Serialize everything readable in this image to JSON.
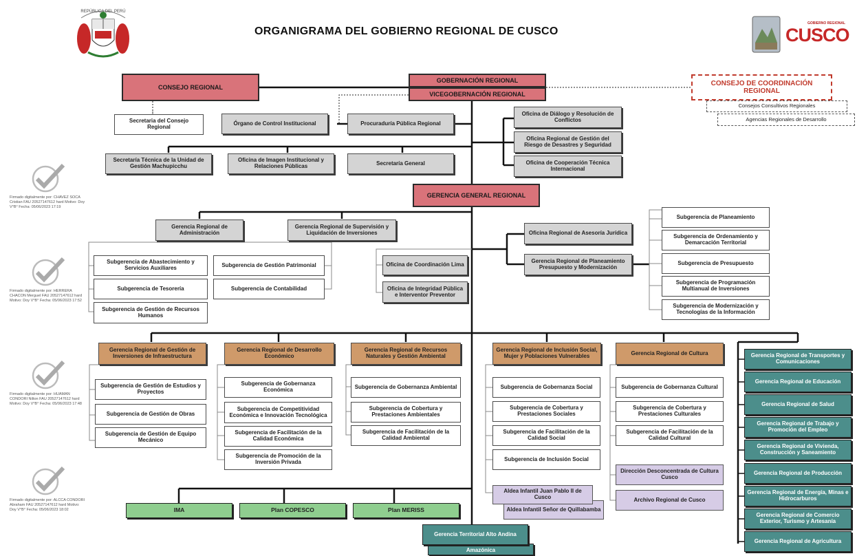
{
  "header": {
    "title": "ORGANIGRAMA DEL GOBIERNO REGIONAL DE CUSCO",
    "seal_text": "REPÚBLICA DEL PERÚ",
    "logo_subtext": "GOBIERNO REGIONAL",
    "logo_text": "CUSCO"
  },
  "top": {
    "gobernacion": "GOBERNACIÓN REGIONAL",
    "vicegobernacion": "VICEGOBERNACIÓN REGIONAL",
    "consejo_regional": "CONSEJO REGIONAL",
    "secretaria_consejo": "Secretaria del Consejo Regional",
    "consejo_coordinacion": "CONSEJO DE COORDINACIÓN REGIONAL",
    "consejos_consultivos": "Consejos Consultivos Regionales",
    "agencias": "Agencias Regionales de Desarrollo",
    "control_institucional": "Órgano de Control Institucional",
    "procuraduria": "Procuraduría Pública Regional",
    "oficina_dialogo": "Oficina de Diálogo y Resolución de Conflictos",
    "oficina_riesgo": "Oficina Regional de Gestión del Riesgo de Desastres y Seguridad",
    "oficina_cooperacion": "Oficina de Cooperación Técnica Internacional",
    "secretaria_tecnica": "Secretaría Técnica de la Unidad de Gestión Machupicchu",
    "oficina_imagen": "Oficina de Imagen Institucional y Relaciones Públicas",
    "secretaria_general": "Secretaría General",
    "gerencia_general": "GERENCIA GENERAL REGIONAL"
  },
  "middle": {
    "gr_administracion": "Gerencia Regional de Administración",
    "gr_supervision": "Gerencia Regional de Supervisión y Liquidación de Inversiones",
    "sg_abastecimiento": "Subgerencia de Abastecimiento y Servicios Auxiliares",
    "sg_tesoreria": "Subgerencia de Tesorería",
    "sg_rrhh": "Subgerencia de Gestión de Recursos Humanos",
    "sg_patrimonial": "Subgerencia de Gestión Patrimonial",
    "sg_contabilidad": "Subgerencia de Contabilidad",
    "oficina_lima": "Oficina de Coordinación Lima",
    "oficina_integridad": "Oficina de Integridad Pública e Interventor Preventor",
    "oficina_asesoria": "Oficina Regional de Asesoría Jurídica",
    "gr_planeamiento": "Gerencia Regional de Planeamiento Presupuesto y Modernización",
    "sg_planeamiento": "Subgerencia de Planeamiento",
    "sg_ordenamiento": "Subgerencia de Ordenamiento y Demarcación Territorial",
    "sg_presupuesto": "Subgerencia de Presupuesto",
    "sg_programacion": "Subgerencia de Programación Multianual de Inversiones",
    "sg_modernizacion": "Subgerencia de Modernización y Tecnologías de la Información"
  },
  "lower": {
    "gr_infraestructura": "Gerencia Regional de Gestión de Inversiones de Infraestructura",
    "sg_estudios": "Subgerencia de Gestión de Estudios y Proyectos",
    "sg_obras": "Subgerencia de Gestión de Obras",
    "sg_equipo": "Subgerencia de Gestión de Equipo Mecánico",
    "gr_economico": "Gerencia Regional de Desarrollo Económico",
    "sg_gob_economica": "Subgerencia de Gobernanza Económica",
    "sg_competitividad": "Subgerencia de Competitividad Económica e Innovación Tecnológica",
    "sg_calidad_economica": "Subgerencia de Facilitación de la Calidad Económica",
    "sg_inversion_privada": "Subgerencia de Promoción de la Inversión Privada",
    "gr_recursos": "Gerencia Regional de Recursos Naturales y Gestión Ambiental",
    "sg_gob_ambiental": "Subgerencia de Gobernanza Ambiental",
    "sg_cob_ambiental": "Subgerencia de Cobertura y Prestaciones Ambientales",
    "sg_calidad_ambiental": "Subgerencia de Facilitación de la Calidad Ambiental",
    "gr_inclusion": "Gerencia Regional de Inclusión Social, Mujer y Poblaciones Vulnerables",
    "sg_gob_social": "Subgerencia de Gobernanza Social",
    "sg_cob_social": "Subgerencia de Cobertura y Prestaciones Sociales",
    "sg_calidad_social": "Subgerencia de Facilitación de la Calidad Social",
    "sg_inclusion": "Subgerencia de Inclusión Social",
    "aldea_juan_pablo": "Aldea Infantil Juan Pablo II de Cusco",
    "aldea_senor": "Aldea Infantil Señor de Quillabamba",
    "gr_cultura": "Gerencia Regional de Cultura",
    "sg_gob_cultural": "Subgerencia de Gobernanza Cultural",
    "sg_cob_cultural": "Subgerencia de Cobertura y Prestaciones Culturales",
    "sg_calidad_cultural": "Subgerencia de Facilitación de la Calidad Cultural",
    "direccion_cultura": "Dirección Desconcentrada de Cultura Cusco",
    "archivo_regional": "Archivo Regional de Cusco"
  },
  "right_column": [
    "Gerencia Regional de Transportes y Comunicaciones",
    "Gerencia Regional de Educación",
    "Gerencia Regional de Salud",
    "Gerencia Regional de Trabajo y Promoción del Empleo",
    "Gerencia Regional de Vivienda, Construcción y Saneamiento",
    "Gerencia Regional de Producción",
    "Gerencia Regional de Energía, Minas e Hidrocarburos",
    "Gerencia Regional de Comercio Exterior, Turismo y Artesanía",
    "Gerencia Regional de Agricultura"
  ],
  "bottom": {
    "ima": "IMA",
    "copesco": "Plan COPESCO",
    "meriss": "Plan MERISS",
    "territorial_alto": "Gerencia Territorial Alto Andina",
    "territorial_amazonica": "Amazónica"
  },
  "signatures": [
    "Firmado digitalmente por: CHAVEZ SOCA Cristian FAU 20527147612 hard Motivo: Doy V°B° Fecha: 05/06/2023 17:19",
    "Firmado digitalmente por: HERRERA CHACON Merguel FAU 20527147612 hard Motivo: Doy V°B° Fecha: 05/06/2023 17:52",
    "Firmado digitalmente por: HUAMAN CONDORI Nilton FAU 20527147612 hard Motivo: Doy V°B° Fecha: 05/06/2023 17:48",
    "Firmado digitalmente por: ALCCA CONDORI Abraham FAU 20527147612 hard Motivo: Doy V°B° Fecha: 05/06/2023 18:02"
  ],
  "colors": {
    "red_box": "#d9737a",
    "orange_box": "#cf9a6a",
    "teal_box": "#4c8e8b",
    "green_box": "#8fce8f",
    "lavender_box": "#d6cce6",
    "gray_box": "#d4d4d4",
    "accent_red": "#c0392b"
  }
}
